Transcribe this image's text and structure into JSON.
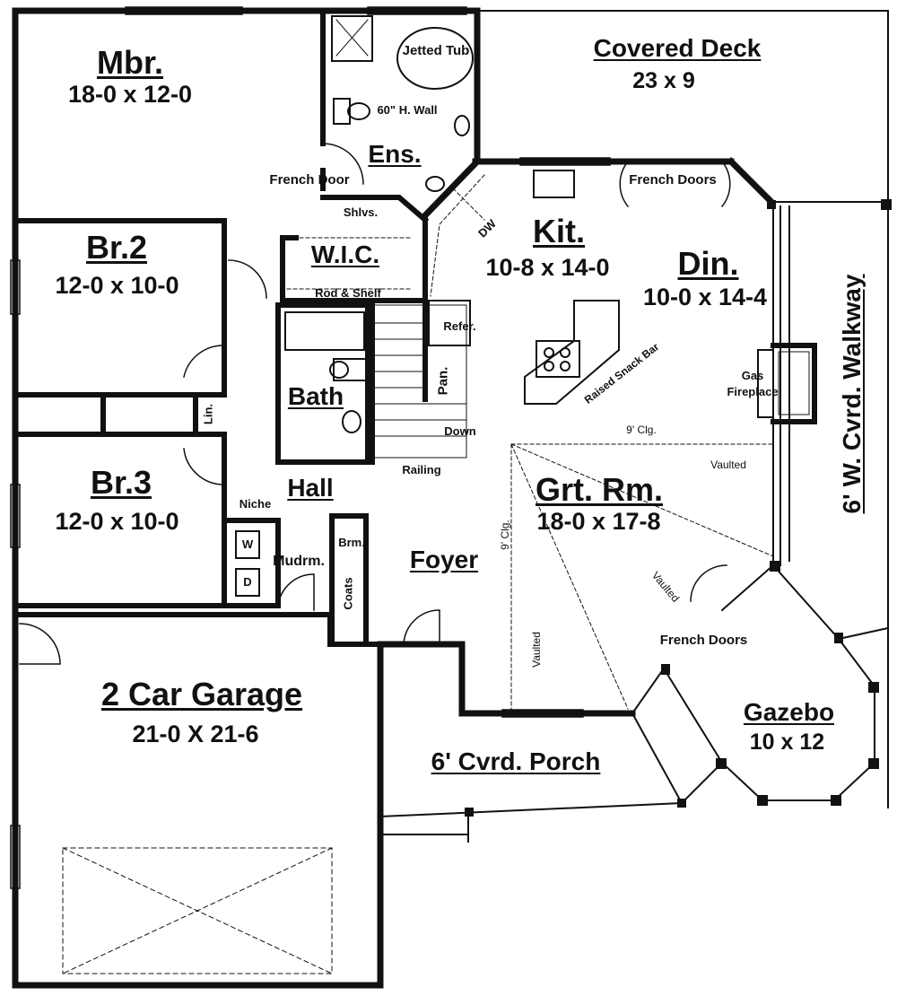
{
  "rooms": {
    "mbr": {
      "name": "Mbr.",
      "dims": "18-0 x 12-0"
    },
    "deck": {
      "name": "Covered Deck",
      "dims": "23 x 9"
    },
    "ens": {
      "name": "Ens."
    },
    "br2": {
      "name": "Br.2",
      "dims": "12-0 x 10-0"
    },
    "wic": {
      "name": "W.I.C."
    },
    "kit": {
      "name": "Kit.",
      "dims": "10-8 x 14-0"
    },
    "din": {
      "name": "Din.",
      "dims": "10-0 x 14-4"
    },
    "walkway": {
      "name": "6' W. Cvrd. Walkway"
    },
    "bath": {
      "name": "Bath"
    },
    "br3": {
      "name": "Br.3",
      "dims": "12-0 x 10-0"
    },
    "hall": {
      "name": "Hall"
    },
    "grt": {
      "name": "Grt. Rm.",
      "dims": "18-0 x 17-8"
    },
    "foyer": {
      "name": "Foyer"
    },
    "mudrm": {
      "name": "Mudrm."
    },
    "garage": {
      "name": "2 Car Garage",
      "dims": "21-0 X 21-6"
    },
    "gazebo": {
      "name": "Gazebo",
      "dims": "10 x 12"
    },
    "porch": {
      "name": "6' Cvrd. Porch"
    }
  },
  "notes": {
    "jetted_tub": "Jetted Tub",
    "wall_60": "60\" H. Wall",
    "french_door": "French Door",
    "french_doors_din": "French Doors",
    "french_doors_grt": "French Doors",
    "shlvs": "Shlvs.",
    "rod_shelf": "Rod & Shelf",
    "dw": "DW",
    "refer": "Refer.",
    "pan": "Pan.",
    "raised_snack_bar": "Raised Snack Bar",
    "gas_fireplace": "Gas Fireplace",
    "clg_9_top": "9' Clg.",
    "clg_9_side": "9' Clg.",
    "vaulted_1": "Vaulted",
    "vaulted_2": "Vaulted",
    "vaulted_3": "Vaulted",
    "down": "Down",
    "railing": "Railing",
    "lin": "Lin.",
    "niche": "Niche",
    "brm": "Brm.",
    "coats": "Coats",
    "washer": "W",
    "dryer": "D"
  }
}
